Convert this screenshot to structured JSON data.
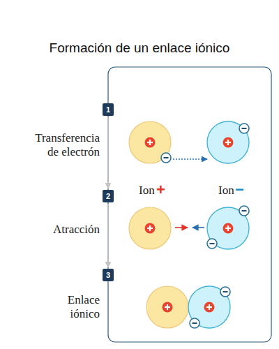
{
  "diagram": {
    "title": "Formación de un enlace iónico",
    "nodes": [
      {
        "text": [
          "1"
        ]
      },
      {
        "text": [
          "2"
        ]
      },
      {
        "text": [
          "3"
        ]
      }
    ],
    "edges": [
      {
        "from": 0,
        "to": 1,
        "arrow": "to"
      },
      {
        "from": 1,
        "to": 2,
        "arrow": "to"
      }
    ],
    "labels": [
      "Transferencia de electrón",
      "Ion",
      "+",
      "Ion",
      "−",
      "Atracción",
      "Enlace iónico"
    ]
  }
}
